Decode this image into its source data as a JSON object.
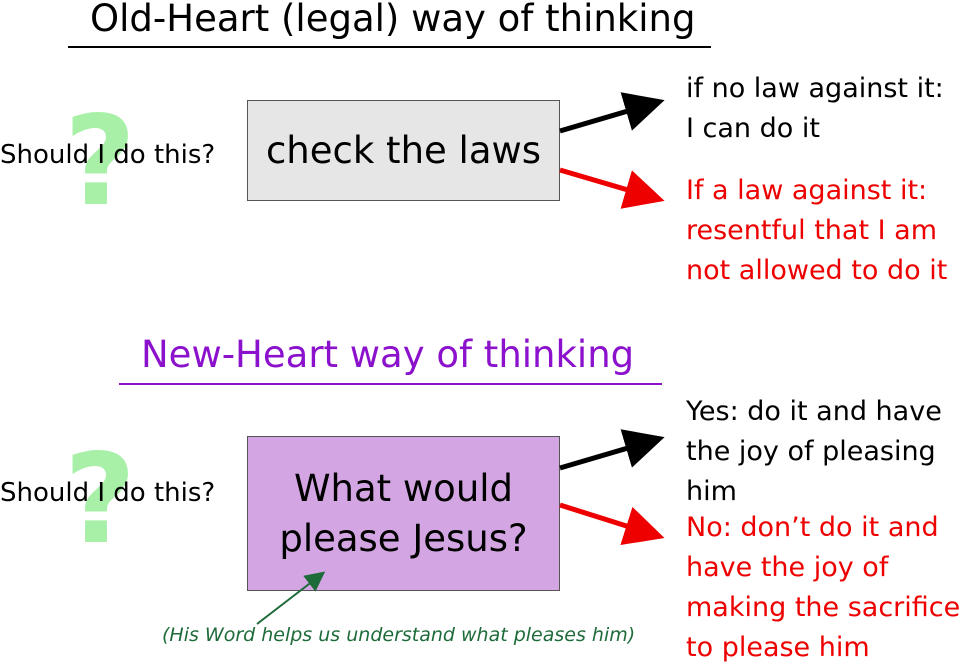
{
  "colors": {
    "accent_purple": "#8b11cc",
    "outcome_red": "#ee0000",
    "box_gray": "#e6e6e6",
    "box_purple": "#d3a6e3",
    "question_mark_green": "#a8f0a8",
    "note_green": "#1e6b3a"
  },
  "old_heart": {
    "title": "Old-Heart (legal) way of thinking",
    "question_mark": "?",
    "question": "Should I do this?",
    "box_text": "check the laws",
    "outcome_yes": [
      "if no law against it:",
      "I can do it"
    ],
    "outcome_no": [
      "If a law against it:",
      "resentful that I am",
      "not allowed to do it"
    ]
  },
  "new_heart": {
    "title": "New-Heart way of thinking",
    "question_mark": "?",
    "question": "Should I do this?",
    "box_text": [
      "What would",
      "please Jesus?"
    ],
    "outcome_yes": [
      "Yes: do it and have",
      "the joy of pleasing",
      "him"
    ],
    "outcome_no": [
      "No: don’t do it and",
      "have the joy of",
      "making the sacrifice",
      "to please him"
    ],
    "note": "(His Word helps us understand what pleases him)"
  }
}
